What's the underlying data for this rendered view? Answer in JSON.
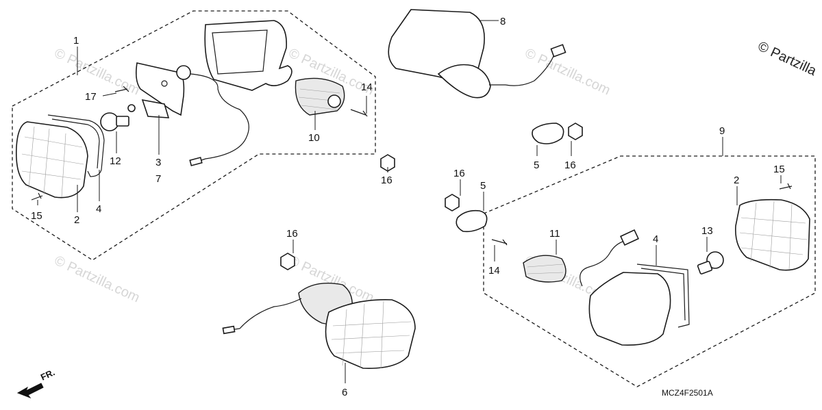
{
  "copyright": "© Partzilla",
  "watermark": "© Partzilla.com",
  "diagram_code": "MCZ4F2501A",
  "front_indicator": "FR.",
  "callouts": [
    "1",
    "17",
    "12",
    "2",
    "4",
    "15",
    "3",
    "7",
    "10",
    "14",
    "16",
    "8",
    "5",
    "16",
    "9",
    "16",
    "5",
    "2",
    "15",
    "11",
    "4",
    "13",
    "14",
    "16",
    "6"
  ],
  "icons": {
    "front_arrow": "arrow-left-icon"
  }
}
